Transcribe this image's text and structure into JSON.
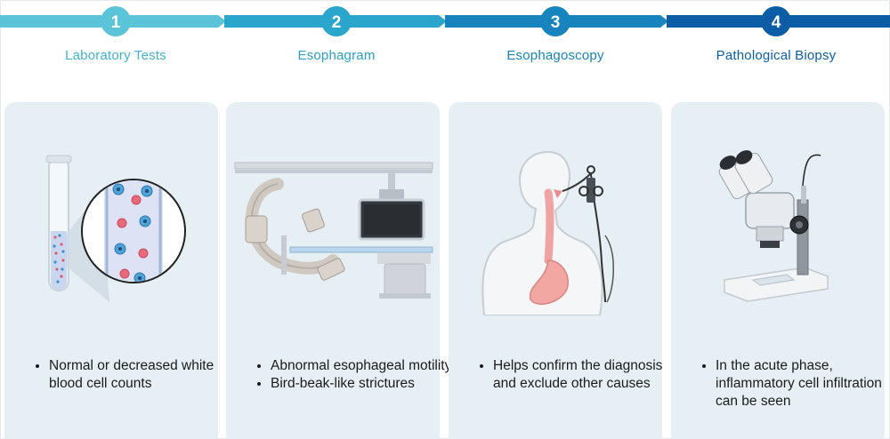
{
  "colors": {
    "step1": "#5bc4d9",
    "step2": "#2aa6cc",
    "step3": "#1784bd",
    "step4": "#0b5ea6",
    "panel_bg": "#e6eff3",
    "text": "#1b1b1b"
  },
  "steps": [
    {
      "number": "1",
      "title": "Laboratory Tests",
      "icon": "test-tube-blood-cells-icon",
      "bullets": [
        "Normal or decreased white blood cell counts"
      ]
    },
    {
      "number": "2",
      "title": "Esophagram",
      "icon": "fluoroscopy-c-arm-icon",
      "bullets": [
        "Abnormal esophageal motility",
        "Bird-beak-like strictures"
      ]
    },
    {
      "number": "3",
      "title": "Esophagoscopy",
      "icon": "endoscopy-patient-icon",
      "bullets": [
        "Helps confirm the diagnosis and exclude other causes"
      ]
    },
    {
      "number": "4",
      "title": "Pathological Biopsy",
      "icon": "microscope-icon",
      "bullets": [
        "In the acute phase, inflammatory cell infiltration can be seen"
      ]
    }
  ]
}
